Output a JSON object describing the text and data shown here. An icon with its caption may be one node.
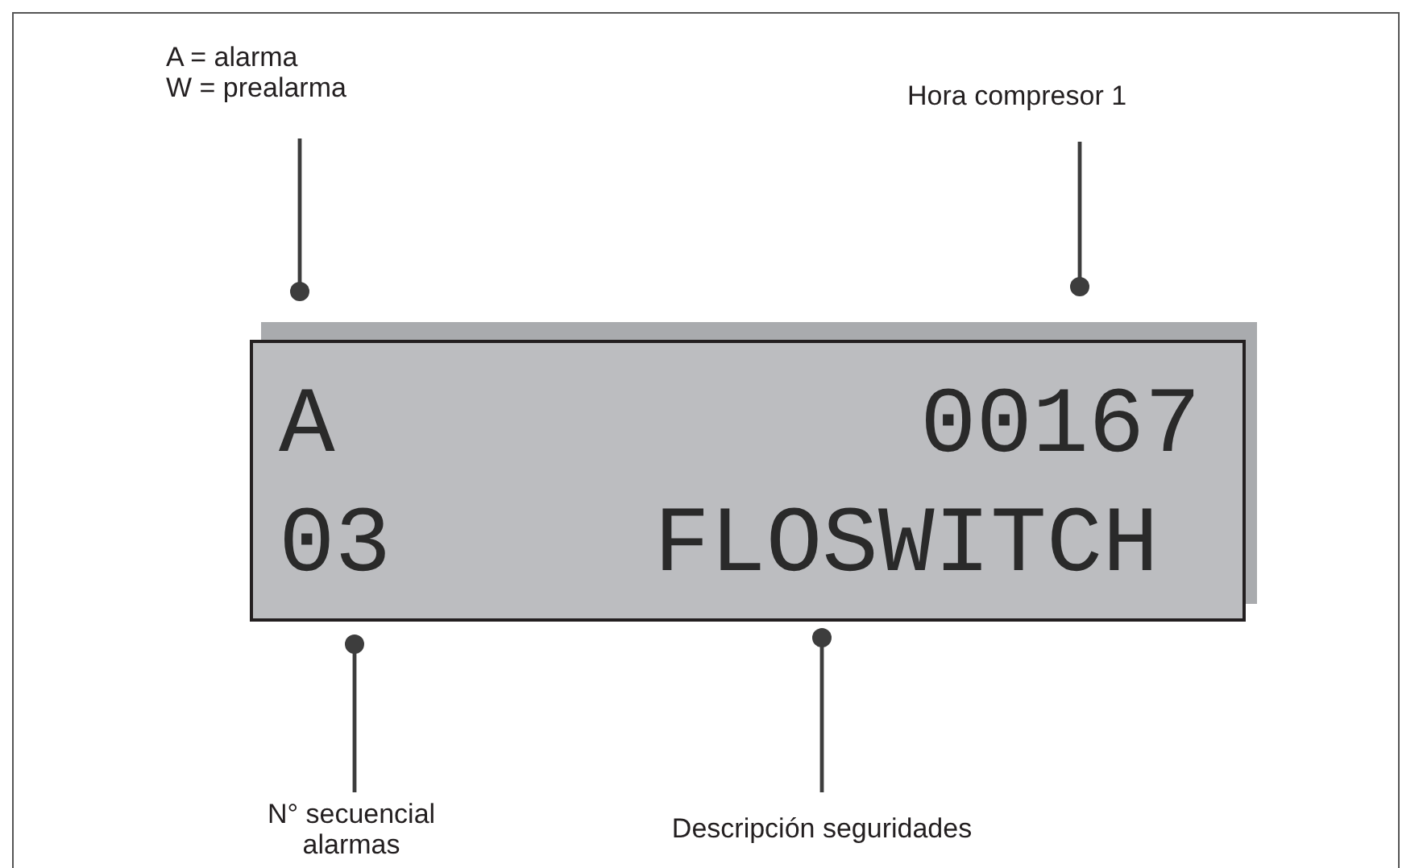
{
  "diagram": {
    "nodes": [
      {
        "text": [
          "A = alarma",
          "W = prealarma"
        ]
      },
      {
        "text": [
          "Hora compresor 1"
        ]
      },
      {
        "text": [
          "A",
          "00167",
          "03",
          "FLOSWITCH"
        ]
      },
      {
        "text": [
          "N° secuencial alarmas"
        ]
      },
      {
        "text": [
          "Descripción seguridades"
        ]
      }
    ],
    "edges": [
      {
        "from": 0,
        "to": 2,
        "arrow": "other"
      },
      {
        "from": 1,
        "to": 2,
        "arrow": "other"
      },
      {
        "from": 3,
        "to": 2,
        "arrow": "other"
      },
      {
        "from": 4,
        "to": 2,
        "arrow": "other"
      }
    ]
  }
}
